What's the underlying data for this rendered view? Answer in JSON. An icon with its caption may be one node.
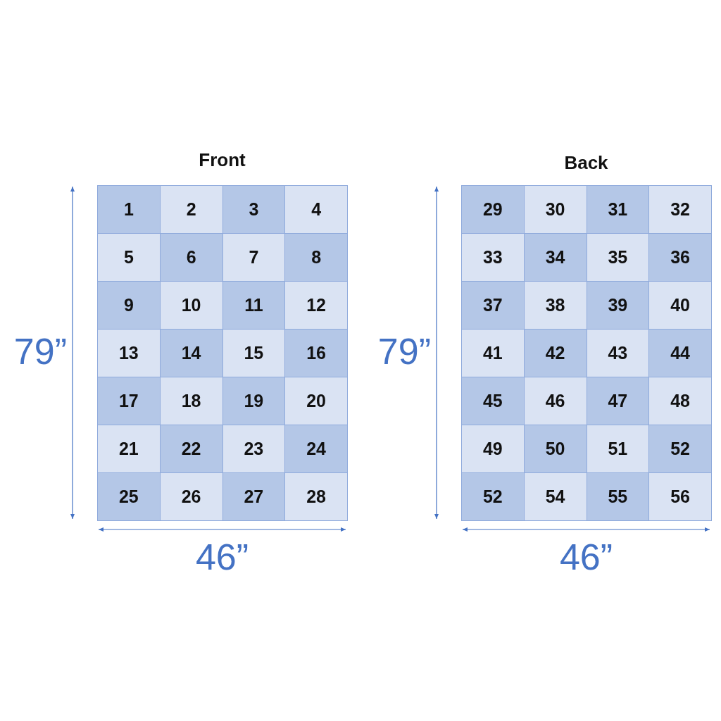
{
  "diagram": {
    "labels": [
      "Front",
      "1",
      "2",
      "3",
      "4",
      "5",
      "6",
      "7",
      "8",
      "9",
      "10",
      "11",
      "12",
      "13",
      "14",
      "15",
      "16",
      "17",
      "18",
      "19",
      "20",
      "21",
      "22",
      "23",
      "24",
      "25",
      "26",
      "27",
      "28",
      "79”",
      "46”",
      "Back",
      "29",
      "30",
      "31",
      "32",
      "33",
      "34",
      "35",
      "36",
      "37",
      "38",
      "39",
      "40",
      "41",
      "42",
      "43",
      "44",
      "45",
      "46",
      "47",
      "48",
      "49",
      "50",
      "51",
      "52",
      "52",
      "54",
      "55",
      "56",
      "79”",
      "46”"
    ]
  }
}
